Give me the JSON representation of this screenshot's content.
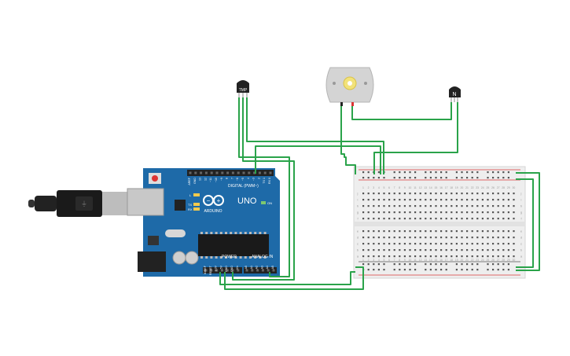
{
  "arduino": {
    "brand": "ARDUINO",
    "model": "UNO",
    "digital_label": "DIGITAL (PWM~)",
    "power_label": "POWER",
    "analog_label": "ANALOG IN",
    "on_label": "ON",
    "tx_label": "TX",
    "rx_label": "RX",
    "l_label": "L",
    "digital_pins": [
      "AREF",
      "GND",
      "13",
      "12",
      "~11",
      "~10",
      "~9",
      "8",
      "7",
      "~6",
      "~5",
      "4",
      "~3",
      "2",
      "TX 1",
      "RX 0"
    ],
    "power_pins": [
      "IOREF",
      "RESET",
      "3.3V",
      "5V",
      "GND",
      "GND",
      "Vin"
    ],
    "analog_pins": [
      "A0",
      "A1",
      "A2",
      "A3",
      "A4",
      "A5"
    ]
  },
  "temp_sensor": {
    "label": "TMP"
  },
  "transistor": {
    "label": "N"
  },
  "breadboard": {
    "col_numbers": [
      "1",
      "2",
      "3",
      "4",
      "5",
      "6",
      "7",
      "8",
      "9",
      "10",
      "11",
      "12",
      "13",
      "14",
      "15",
      "16",
      "17",
      "18",
      "19",
      "20",
      "21",
      "22",
      "23",
      "24",
      "25",
      "26",
      "27",
      "28",
      "29",
      "30"
    ],
    "row_letters_top": [
      "j",
      "i",
      "h",
      "g",
      "f"
    ],
    "row_letters_bottom": [
      "e",
      "d",
      "c",
      "b",
      "a"
    ]
  },
  "colors": {
    "board": "#1e6aa8",
    "wire": "#2aa34a",
    "breadboard": "#eeeeee",
    "rail_red": "#d93a3a",
    "rail_black": "#555555"
  }
}
